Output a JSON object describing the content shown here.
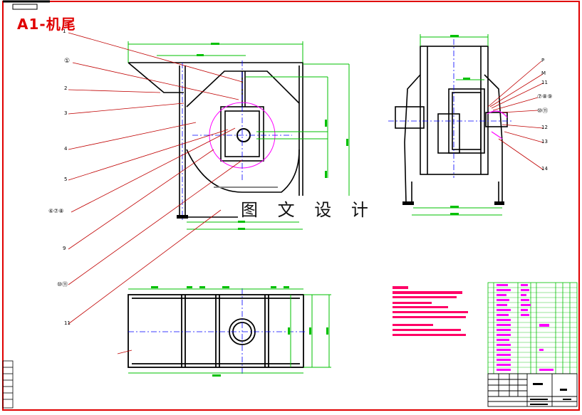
{
  "drawing": {
    "title": "A1-机尾",
    "watermark": "图 文 设 计"
  },
  "colors": {
    "frame": "#e00000",
    "outline": "#000000",
    "dimension": "#00c000",
    "centerline": "#0000ff",
    "leader": "#c00000",
    "highlight": "#ff00ff",
    "text_block": "#ff0066"
  },
  "balloons_left": [
    "1",
    "①",
    "2",
    "3",
    "4",
    "5",
    "⑥⑦⑧",
    "9",
    "⑩⑪",
    "11"
  ],
  "balloons_right": [
    "P",
    "M",
    "11",
    "⑦⑧⑨",
    "⑩⑪",
    "12",
    "13",
    "14"
  ]
}
